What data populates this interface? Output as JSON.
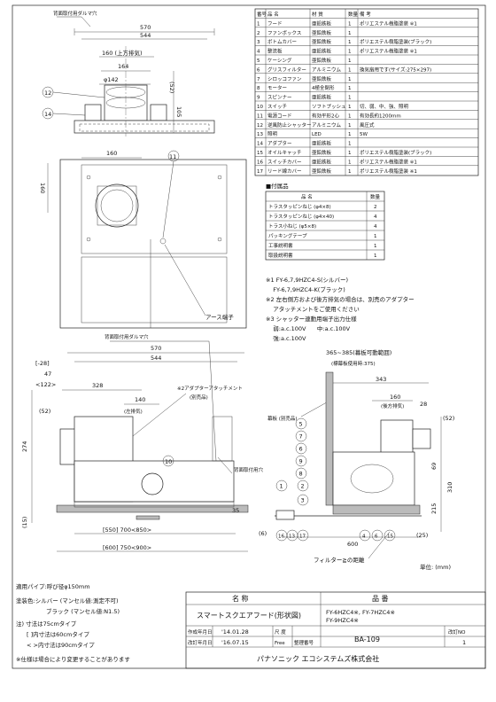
{
  "top_view": {
    "rear_hole_label": "背面取付用ダルマ穴",
    "dims": {
      "w570": "570",
      "w544": "544",
      "w160_up": "160 (上方排気)",
      "w164": "164",
      "phi142": "φ142",
      "h52": "(52)",
      "h105": "105"
    },
    "balloons": {
      "b12": "12",
      "b14": "14"
    }
  },
  "plan_view": {
    "dim_160h": "160",
    "dim_160v": "160",
    "balloon_11": "11",
    "earth_label": "アース端子"
  },
  "front_view": {
    "rear_hole_label": "背面取付用ダルマ穴",
    "dims": {
      "w570": "570",
      "w544": "544",
      "w328": "328",
      "w140": "140",
      "w140_sub": "(左排気)",
      "m28": "[-28]",
      "m47": "47",
      "m122": "<122>",
      "m52": "(52)",
      "h274": "274",
      "h15": "(15)",
      "h35": "35",
      "w550": "[550] 700<850>",
      "w600": "[600] 750<900>"
    },
    "adapter_label": "※2アダプターアタッチメント",
    "adapter_sub": "(別売品)",
    "balloon_10": "10",
    "rear_hole2": "背面取付用穴"
  },
  "side_view": {
    "dims": {
      "range": "365~385(幕板可動範囲)",
      "range_sub": "(標幕板使用時:375)",
      "w343": "343",
      "w160": "160",
      "w160_sub": "(後方排気)",
      "w28": "28",
      "w52": "(52)",
      "h69": "69",
      "h310": "310",
      "h215": "215",
      "h25": "(25)",
      "w600": "600",
      "h6": "(6)"
    },
    "makuita_label": "幕板 (別売品)",
    "filter_label": "フィルター≧の距離",
    "unit_label": "単位: (mm)",
    "balloons_right": [
      "5",
      "7",
      "6",
      "9",
      "8",
      "1",
      "2",
      "3"
    ],
    "balloons_bottom_left": [
      "16",
      "13",
      "17"
    ],
    "balloons_bottom_right": [
      "4",
      "6",
      "15"
    ]
  },
  "parts_table": {
    "headers": [
      "番号",
      "品 名",
      "材 質",
      "数量",
      "備 考"
    ],
    "rows": [
      [
        "1",
        "フード",
        "亜鉛鉄板",
        "1",
        "ポリエステル樹脂塗装 ※1"
      ],
      [
        "2",
        "ファンボックス",
        "亜鉛鉄板",
        "1",
        ""
      ],
      [
        "3",
        "ボトムカバー",
        "亜鉛鉄板",
        "1",
        "ポリエステル樹脂塗装(ブラック)"
      ],
      [
        "4",
        "整流板",
        "亜鉛鉄板",
        "1",
        "ポリエステル樹脂塗装 ※1"
      ],
      [
        "5",
        "ケーシング",
        "亜鉛鉄板",
        "1",
        ""
      ],
      [
        "6",
        "グリスフィルター",
        "アルミニウム",
        "1",
        "換気扇用です(サイズ:275×297)"
      ],
      [
        "7",
        "シロッコファン",
        "亜鉛鉄板",
        "1",
        ""
      ],
      [
        "8",
        "モーター",
        "4極全閉形",
        "1",
        ""
      ],
      [
        "9",
        "スピンナー",
        "亜鉛鉄板",
        "1",
        ""
      ],
      [
        "10",
        "スイッチ",
        "ソフトプッシュ",
        "1",
        "切、弱、中、強、照明"
      ],
      [
        "11",
        "電源コード",
        "有効平形2心",
        "1",
        "有効長約1200mm"
      ],
      [
        "12",
        "逆風防止シャッター",
        "アルミニウム",
        "1",
        "風圧式"
      ],
      [
        "13",
        "照明",
        "LED",
        "1",
        "5W"
      ],
      [
        "14",
        "アダプター",
        "亜鉛鉄板",
        "1",
        ""
      ],
      [
        "15",
        "オイルキャッチ",
        "亜鉛鉄板",
        "1",
        "ポリエステル樹脂塗装(ブラック)"
      ],
      [
        "16",
        "スイッチカバー",
        "亜鉛鉄板",
        "1",
        "ポリエステル樹脂塗装 ※1"
      ],
      [
        "17",
        "リード線カバー",
        "亜鉛鉄板",
        "1",
        "ポリエステル樹脂塗装 ※1"
      ]
    ]
  },
  "accessories": {
    "title": "■付属品",
    "headers": [
      "品 名",
      "数量"
    ],
    "rows": [
      [
        "トラスタッピンねじ (φ4×8)",
        "2"
      ],
      [
        "トラスタッピンねじ (φ4×40)",
        "4"
      ],
      [
        "トラス小ねじ (φ5×8)",
        "4"
      ],
      [
        "パッキングテープ",
        "1"
      ],
      [
        "工事説明書",
        "1"
      ],
      [
        "取扱説明書",
        "1"
      ]
    ]
  },
  "notes": [
    "※1 FY-6,7,9HZC4-S(シルバー)",
    "    FY-6,7,9HZC4-K(ブラック)",
    "※2 左右側方および後方排気の場合は、別売のアダプター",
    "    アタッチメントをご使用ください",
    "※3 シャッター連動用端子出力仕様",
    "    弱:a.c.100V      中:a.c.100V",
    "    強:a.c.100V"
  ],
  "spec": {
    "pipe": "適用パイプ:呼び径φ150mm",
    "color1": "塗装色:シルバー (マンセル値:測定不可)",
    "color2": "ブラック (マンセル値:N1.5)",
    "note1": "注) 寸法は75cmタイプ",
    "note2": "[ ]内寸法は60cmタイプ",
    "note3": "< >内寸法は90cmタイプ",
    "note4": "※仕様は場合により変更することがあります"
  },
  "title_block": {
    "name_hdr": "名     称",
    "num_hdr": "品     番",
    "name": "スマートスクエアフード(形状図)",
    "num1": "FY-6HZC4※, FY-7HZC4※",
    "num2": "FY-9HZC4※",
    "created_lbl": "作成年月日",
    "created": "'14.01.28",
    "revised_lbl": "改訂年月日",
    "revised": "'16.07.15",
    "scale_lbl": "尺 度",
    "scale": "Free",
    "ref_lbl": "整理番号",
    "drawing_no": "BA-109",
    "rev_lbl": "改訂NO",
    "rev": "1",
    "company": "パナソニック エコシステムズ株式会社"
  }
}
